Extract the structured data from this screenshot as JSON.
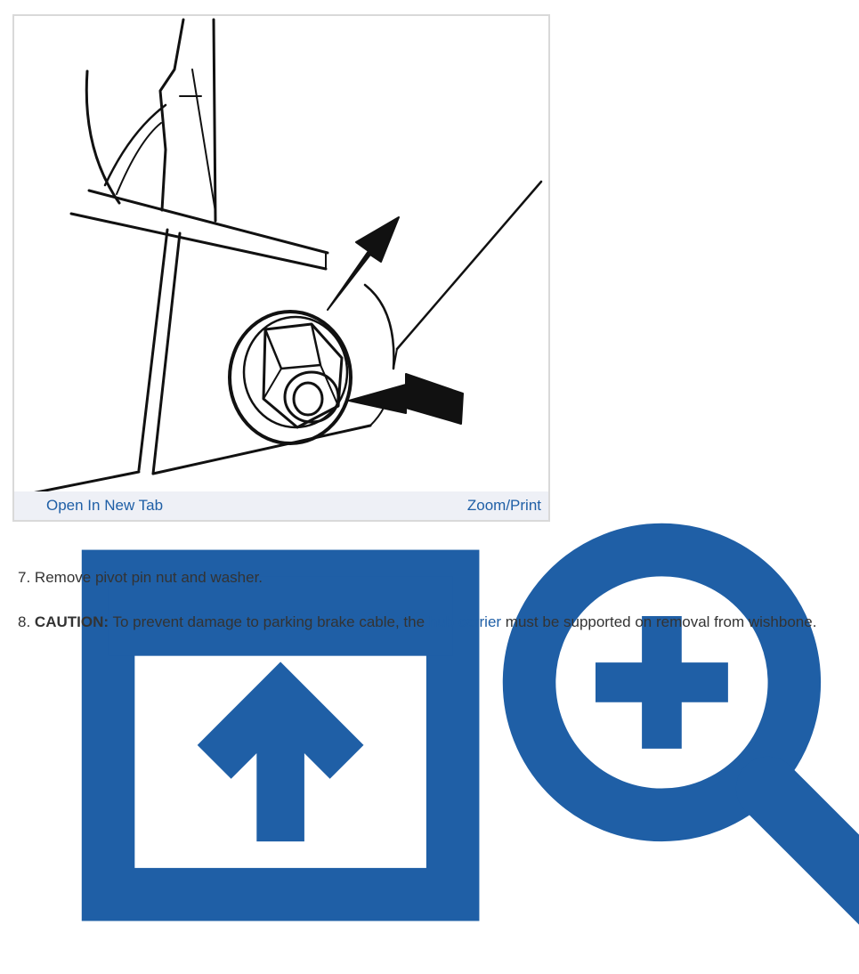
{
  "figure": {
    "open_label": "Open In New Tab",
    "zoom_label": "Zoom/Print"
  },
  "steps": [
    {
      "number": "7.",
      "text": "Remove pivot pin nut and washer."
    },
    {
      "number": "8.",
      "caution_label": "CAUTION:",
      "text_before": "To prevent damage to parking brake cable, the",
      "link_text": "hub carrier",
      "text_after": "must be supported on removal from wishbone."
    }
  ],
  "colors": {
    "link": "#1f5fa6",
    "bar_background": "#eef0f6",
    "text": "#333333",
    "border": "#d9d9d9"
  }
}
